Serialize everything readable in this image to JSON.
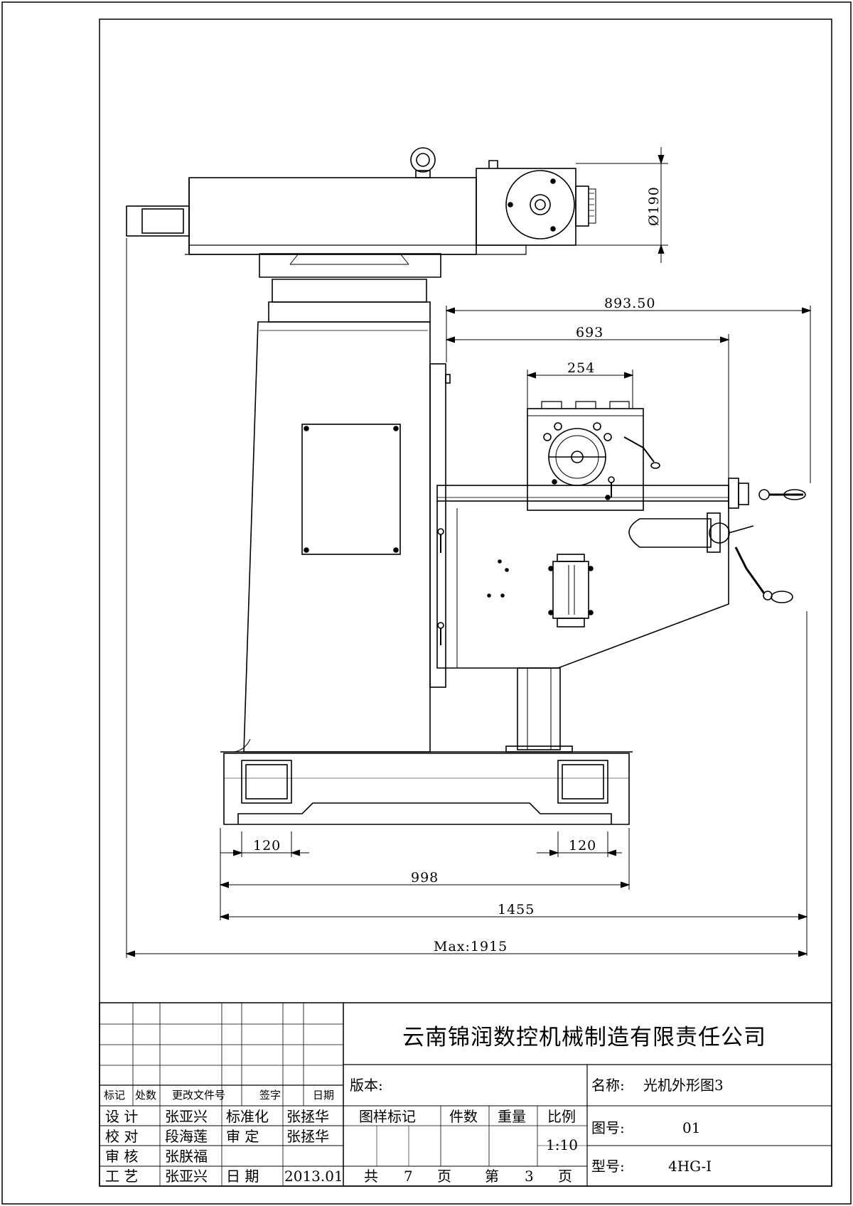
{
  "dimensions": {
    "d190": "Ø190",
    "d89350": "893.50",
    "d693": "693",
    "d254": "254",
    "d120_left": "120",
    "d120_right": "120",
    "d998": "998",
    "d1455": "1455",
    "dmax": "Max:1915"
  },
  "title_block": {
    "company": "云南锦润数控机械制造有限责任公司",
    "headers": {
      "mark": "标记",
      "count": "处数",
      "change_doc": "更改文件号",
      "signature": "签字",
      "date": "日期"
    },
    "roles": {
      "design_label": "设 计",
      "design_name": "张亚兴",
      "standard_label": "标准化",
      "standard_name": "张拯华",
      "check_label": "校 对",
      "check_name": "段海莲",
      "approve_label": "审 定",
      "approve_name": "张拯华",
      "review_label": "审 核",
      "review_name": "张朕福",
      "process_label": "工 艺",
      "process_name": "张亚兴",
      "date_label": "日 期",
      "date_value": "2013.01"
    },
    "version_label": "版本:",
    "pattern_mark": "图样标记",
    "quantity": "件数",
    "weight": "重量",
    "scale_label": "比例",
    "scale_value": "1:10",
    "total_label": "共",
    "total_pages": "7",
    "page_unit": "页",
    "sheet_label": "第",
    "sheet_number": "3",
    "page_unit2": "页",
    "name_label": "名称:",
    "name_value": "光机外形图3",
    "drawing_no_label": "图号:",
    "drawing_no_value": "01",
    "model_label": "型号:",
    "model_value": "4HG-I"
  }
}
